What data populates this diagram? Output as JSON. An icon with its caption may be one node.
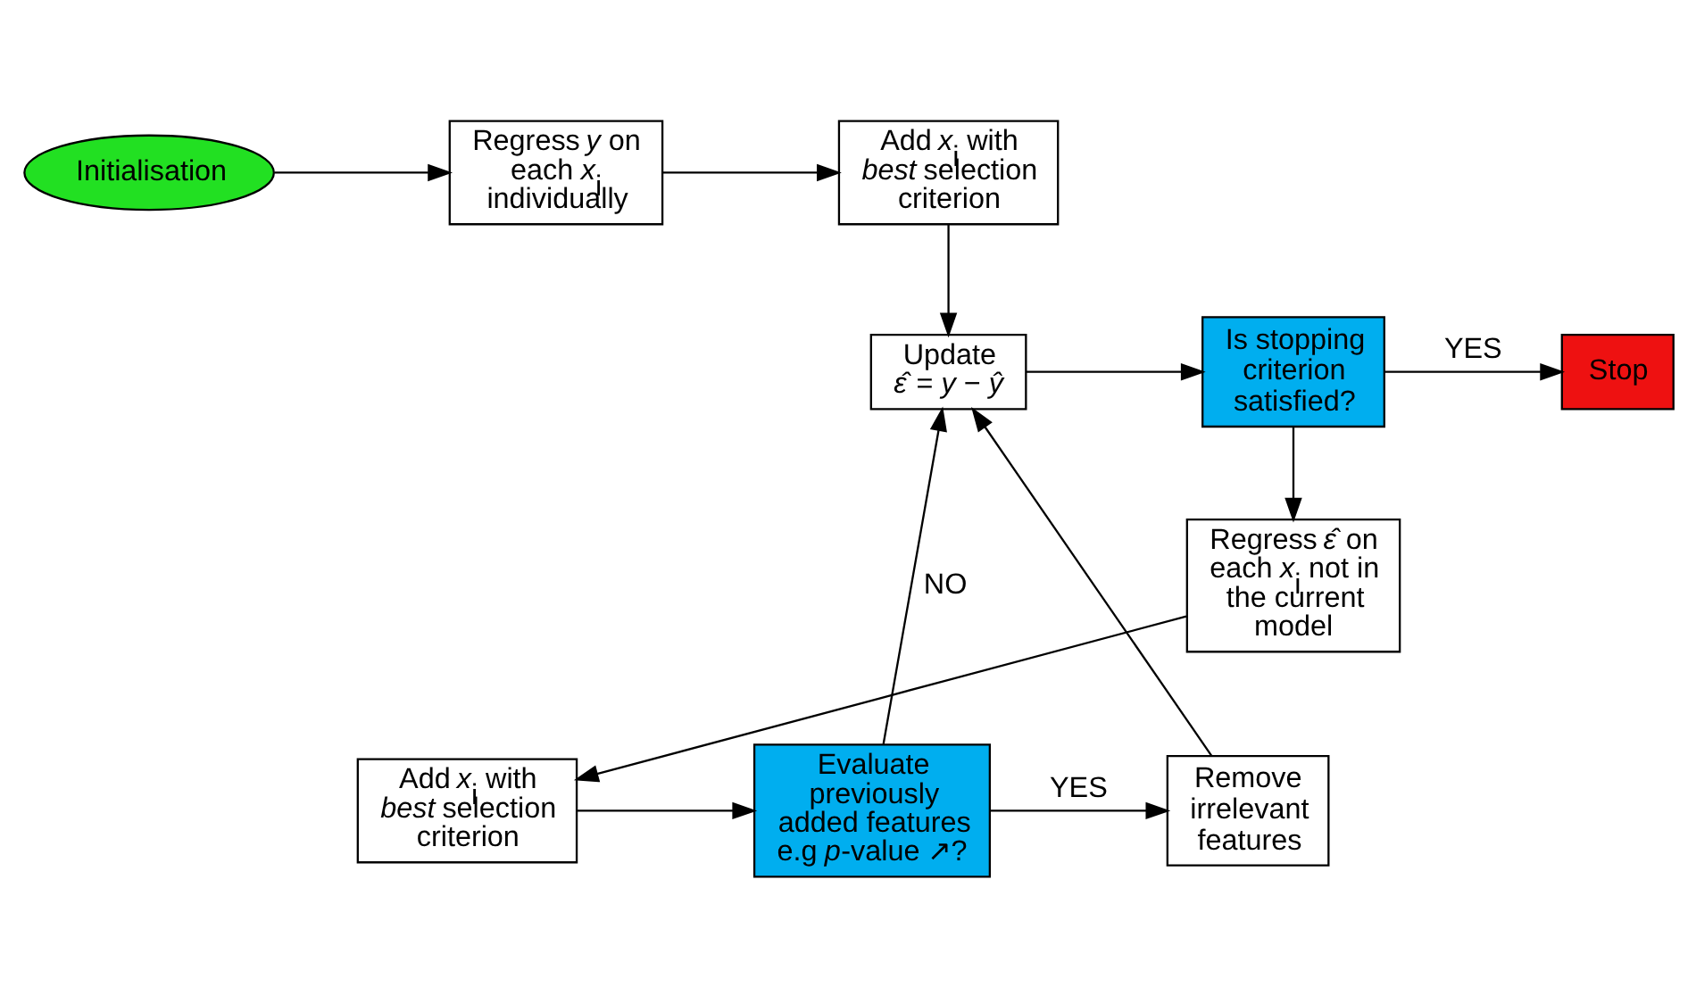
{
  "diagram": {
    "nodes": [
      {
        "text": [
          "Initialisation"
        ]
      },
      {
        "text": [
          "Regress *y* on each *x*$_{i}$ individually"
        ]
      },
      {
        "text": [
          "Add *x*$_{i}$ with *best* selection criterion"
        ]
      },
      {
        "text": [
          "Update",
          "*ε̂* = *y* − *ŷ*"
        ]
      },
      {
        "text": [
          "Is stopping criterion satisfied?"
        ]
      },
      {
        "text": [
          "Stop"
        ]
      },
      {
        "text": [
          "Regress *ε̂* on each *x*$_{i}$ not in the current model"
        ]
      },
      {
        "text": [
          "Add *x*$_{i}$ with *best* selection criterion"
        ]
      },
      {
        "text": [
          "Evaluate previously added features e.g *p*-value ↗?"
        ]
      },
      {
        "text": [
          "Remove irrelevant features"
        ]
      }
    ],
    "edges": [
      {
        "from": 0,
        "to": 1,
        "arrow": "to"
      },
      {
        "from": 1,
        "to": 2,
        "arrow": "to"
      },
      {
        "from": 2,
        "to": 3,
        "arrow": "to"
      },
      {
        "from": 3,
        "to": 4,
        "arrow": "to"
      },
      {
        "from": 4,
        "to": 5,
        "label": "YES",
        "arrow": "to"
      },
      {
        "from": 4,
        "to": 6,
        "arrow": "to"
      },
      {
        "from": 6,
        "to": 7,
        "arrow": "to"
      },
      {
        "from": 7,
        "to": 8,
        "arrow": "to"
      },
      {
        "from": 8,
        "to": 9,
        "label": "YES",
        "arrow": "to"
      },
      {
        "from": 8,
        "to": 3,
        "label": "NO",
        "arrow": "to"
      },
      {
        "from": 9,
        "to": 3,
        "arrow": "to"
      }
    ]
  }
}
